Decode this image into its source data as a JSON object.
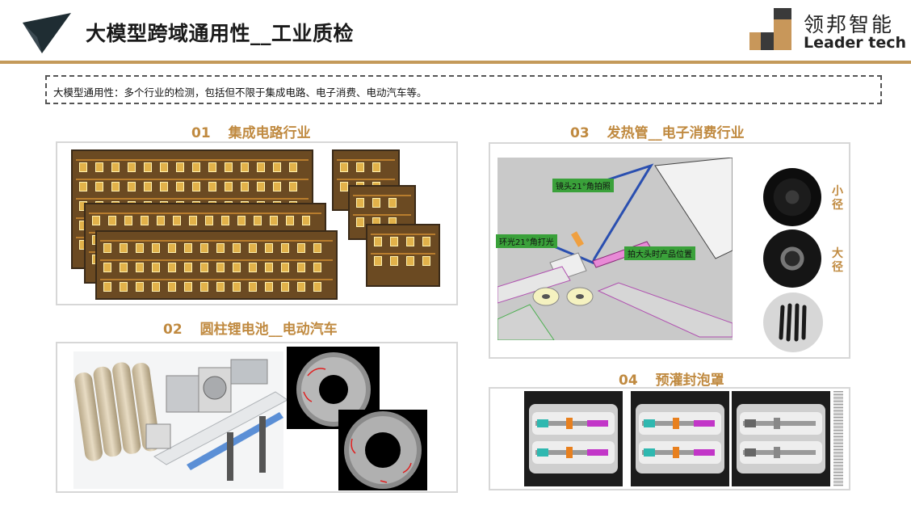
{
  "header": {
    "title": "大模型跨域通用性__工业质检",
    "brand_cn": "领邦智能",
    "brand_en": "Leader tech"
  },
  "intro": {
    "text": "大模型通用性：多个行业的检测，包括但不限于集成电路、电子消费、电动汽车等。"
  },
  "sections": [
    {
      "num": "01",
      "title": "集成电路行业"
    },
    {
      "num": "02",
      "title": "圆柱锂电池__电动汽车"
    },
    {
      "num": "03",
      "title": "发热管__电子消费行业"
    },
    {
      "num": "04",
      "title": "预灌封泡罩"
    }
  ],
  "heating_tube": {
    "annotations": [
      "镜头21°角拍照",
      "环光21°角打光",
      "拍大头时产品位置"
    ],
    "side_labels": [
      "小\n径",
      "大\n径"
    ]
  },
  "colors": {
    "accent": "#c08a40",
    "divider": "#c49a5a",
    "annotation_bg": "#3aa13a"
  }
}
